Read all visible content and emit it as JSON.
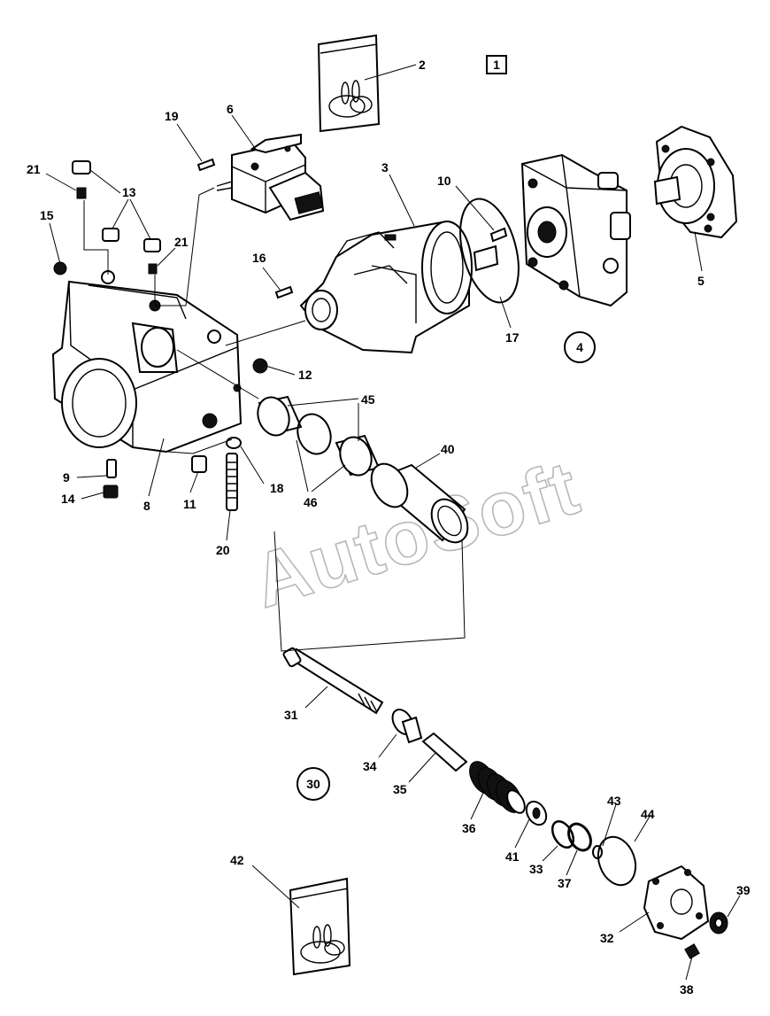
{
  "watermark": "AutoSoft",
  "page_number": "1",
  "group_number": "4",
  "kit_number": "30",
  "callouts": [
    "2",
    "19",
    "6",
    "21",
    "13",
    "3",
    "10",
    "15",
    "21",
    "16",
    "5",
    "17",
    "12",
    "45",
    "40",
    "9",
    "46",
    "14",
    "8",
    "11",
    "18",
    "20",
    "31",
    "34",
    "35",
    "36",
    "43",
    "44",
    "41",
    "33",
    "37",
    "42",
    "39",
    "32",
    "38"
  ]
}
